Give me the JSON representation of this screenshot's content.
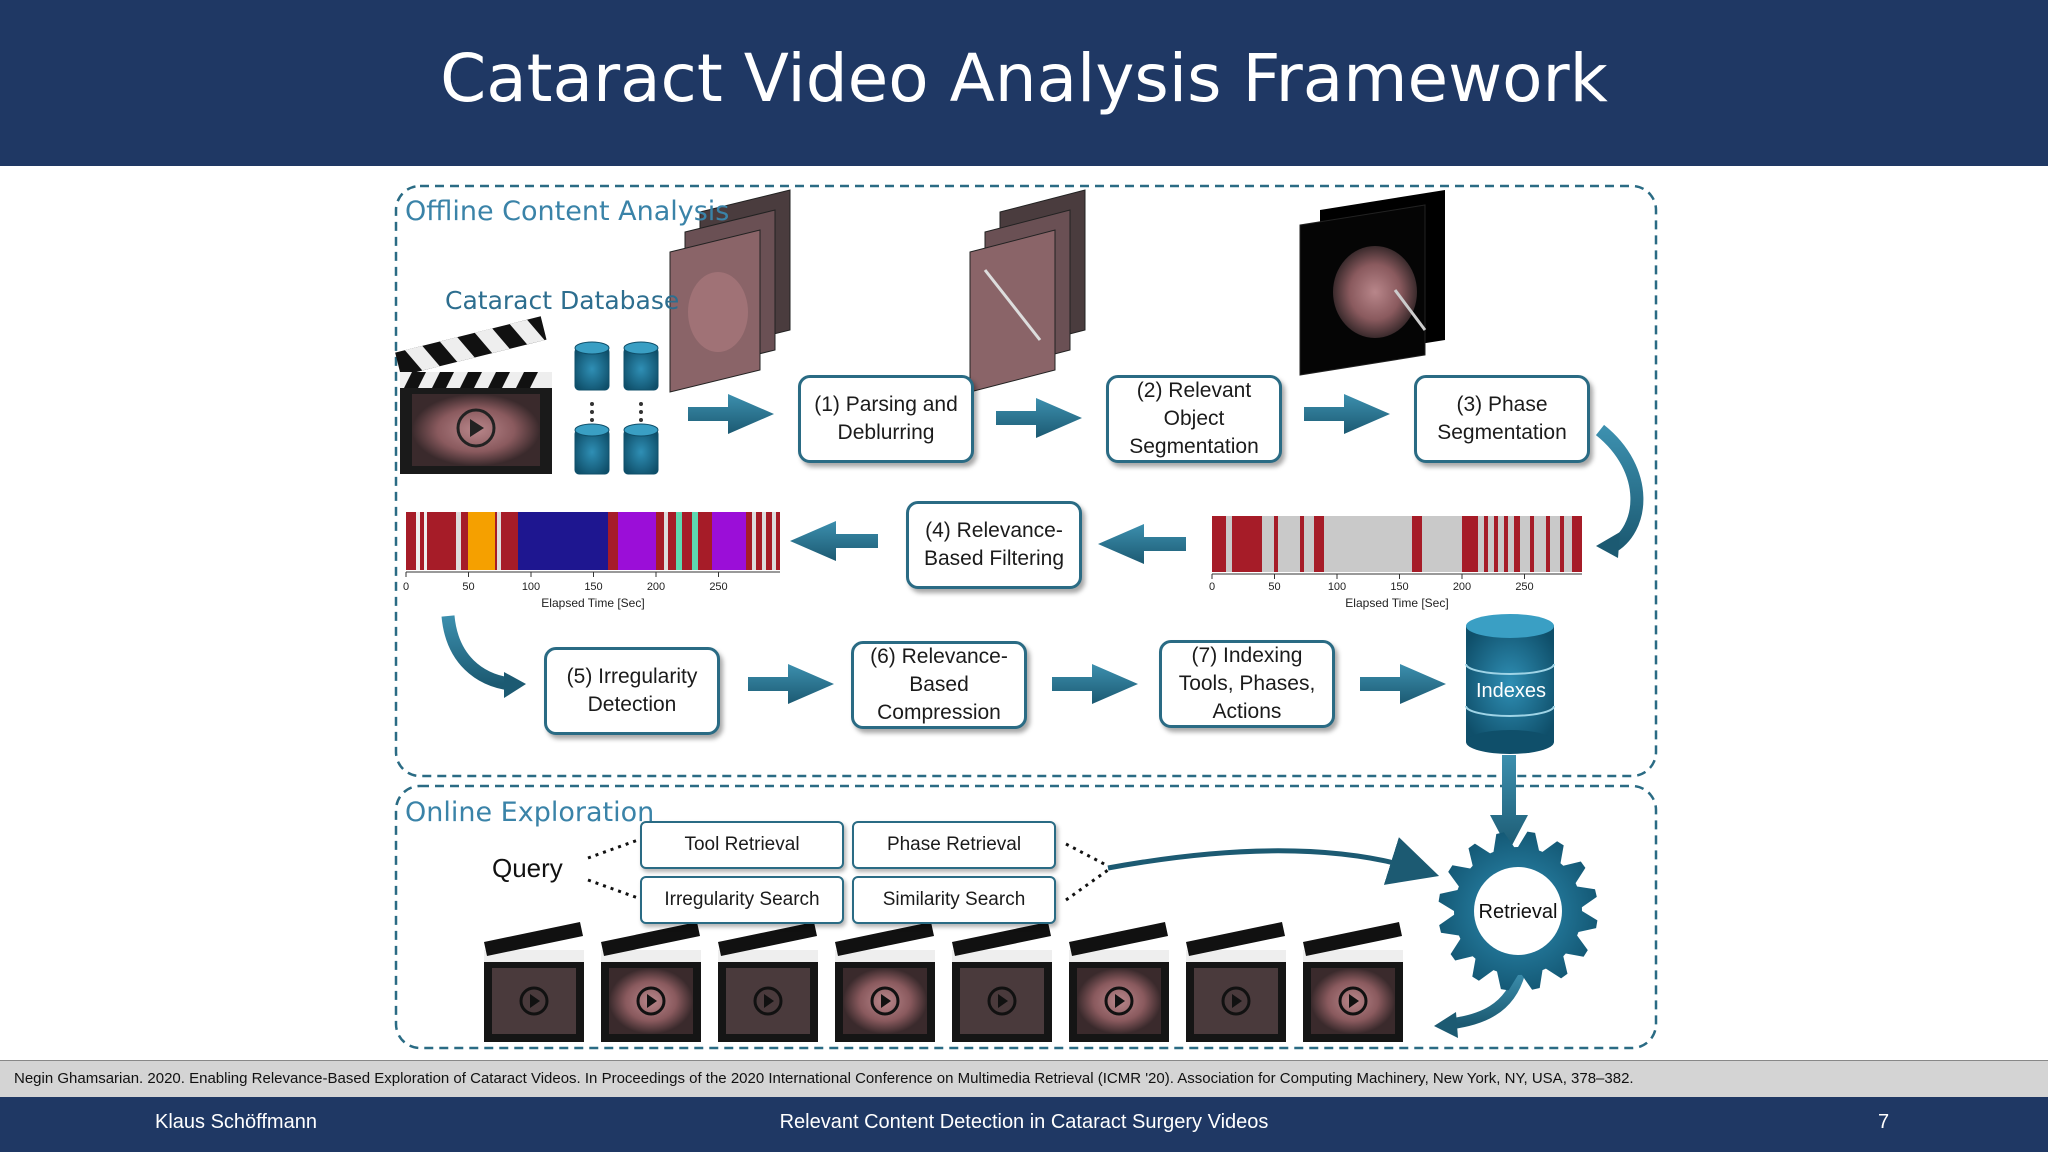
{
  "slide": {
    "title": "Cataract Video Analysis Framework"
  },
  "offline": {
    "label": "Offline Content Analysis",
    "database_label": "Cataract Database",
    "steps": [
      "(1) Parsing and\nDeblurring",
      "(2) Relevant\nObject\nSegmentation",
      "(3) Phase\nSegmentation",
      "(4) Relevance-\nBased Filtering",
      "(5) Irregularity\nDetection",
      "(6) Relevance-\nBased\nCompression",
      "(7) Indexing\nTools, Phases,\nActions"
    ],
    "indexes_label": "Indexes"
  },
  "timeline_left": {
    "ticks": [
      "0",
      "50",
      "100",
      "150",
      "200",
      "250"
    ],
    "xlabel": "Elapsed Time [Sec]"
  },
  "timeline_right": {
    "ticks": [
      "0",
      "50",
      "100",
      "150",
      "200",
      "250"
    ],
    "xlabel": "Elapsed Time [Sec]"
  },
  "online": {
    "label": "Online Exploration",
    "query_label": "Query",
    "query_options": [
      "Tool Retrieval",
      "Phase Retrieval",
      "Irregularity Search",
      "Similarity Search"
    ],
    "retrieval_label": "Retrieval"
  },
  "citation": "Negin Ghamsarian. 2020. Enabling Relevance-Based Exploration of Cataract Videos. In Proceedings of the 2020 International Conference on Multimedia Retrieval (ICMR '20). Association for Computing Machinery, New York, NY, USA, 378–382.",
  "footer": {
    "author": "Klaus Schöffmann",
    "talk_title": "Relevant Content Detection in Cataract Surgery Videos",
    "page_number": "7"
  },
  "colors": {
    "header": "#1f3864",
    "accent": "#2a6b84",
    "label_blue": "#3a83a8"
  }
}
